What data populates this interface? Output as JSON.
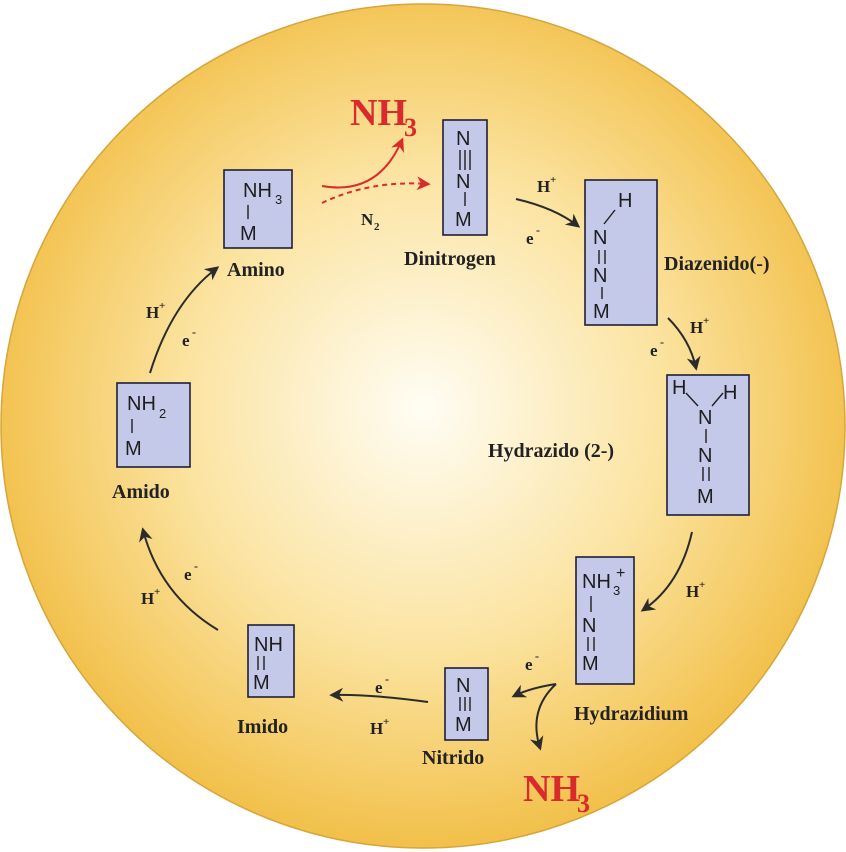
{
  "colors": {
    "circle_center": "#fffdf4",
    "circle_edge": "#f2c04a",
    "box_fill": "#c4c9ea",
    "product": "#d92b2b"
  },
  "species": [
    {
      "id": "amino",
      "label": "Amino",
      "atoms": {
        "top": "NH",
        "sub": "3",
        "bottom": "M"
      }
    },
    {
      "id": "dinitrogen",
      "label": "Dinitrogen",
      "atoms": {
        "top": "N",
        "mid": "N",
        "bottom": "M"
      }
    },
    {
      "id": "diazenido",
      "label": "Diazenido(-)",
      "atoms": {
        "h": "H",
        "n1": "N",
        "n2": "N",
        "bottom": "M"
      }
    },
    {
      "id": "hydrazido",
      "label": "Hydrazido (2-)",
      "atoms": {
        "h1": "H",
        "h2": "H",
        "n1": "N",
        "n2": "N",
        "bottom": "M"
      }
    },
    {
      "id": "hydrazidium",
      "label": "Hydrazidium",
      "atoms": {
        "top": "NH",
        "sub": "3",
        "sup": "+",
        "n2": "N",
        "bottom": "M"
      }
    },
    {
      "id": "nitrido",
      "label": "Nitrido",
      "atoms": {
        "top": "N",
        "bottom": "M"
      }
    },
    {
      "id": "imido",
      "label": "Imido",
      "atoms": {
        "top": "NH",
        "bottom": "M"
      }
    },
    {
      "id": "amido",
      "label": "Amido",
      "atoms": {
        "top": "NH",
        "sub": "2",
        "bottom": "M"
      }
    }
  ],
  "steps": {
    "proton": "H",
    "proton_charge": "+",
    "electron": "e",
    "electron_charge": "-",
    "n2_input": "N",
    "n2_sub": "2"
  },
  "products": {
    "nh3_main": "NH",
    "nh3_sub": "3"
  }
}
